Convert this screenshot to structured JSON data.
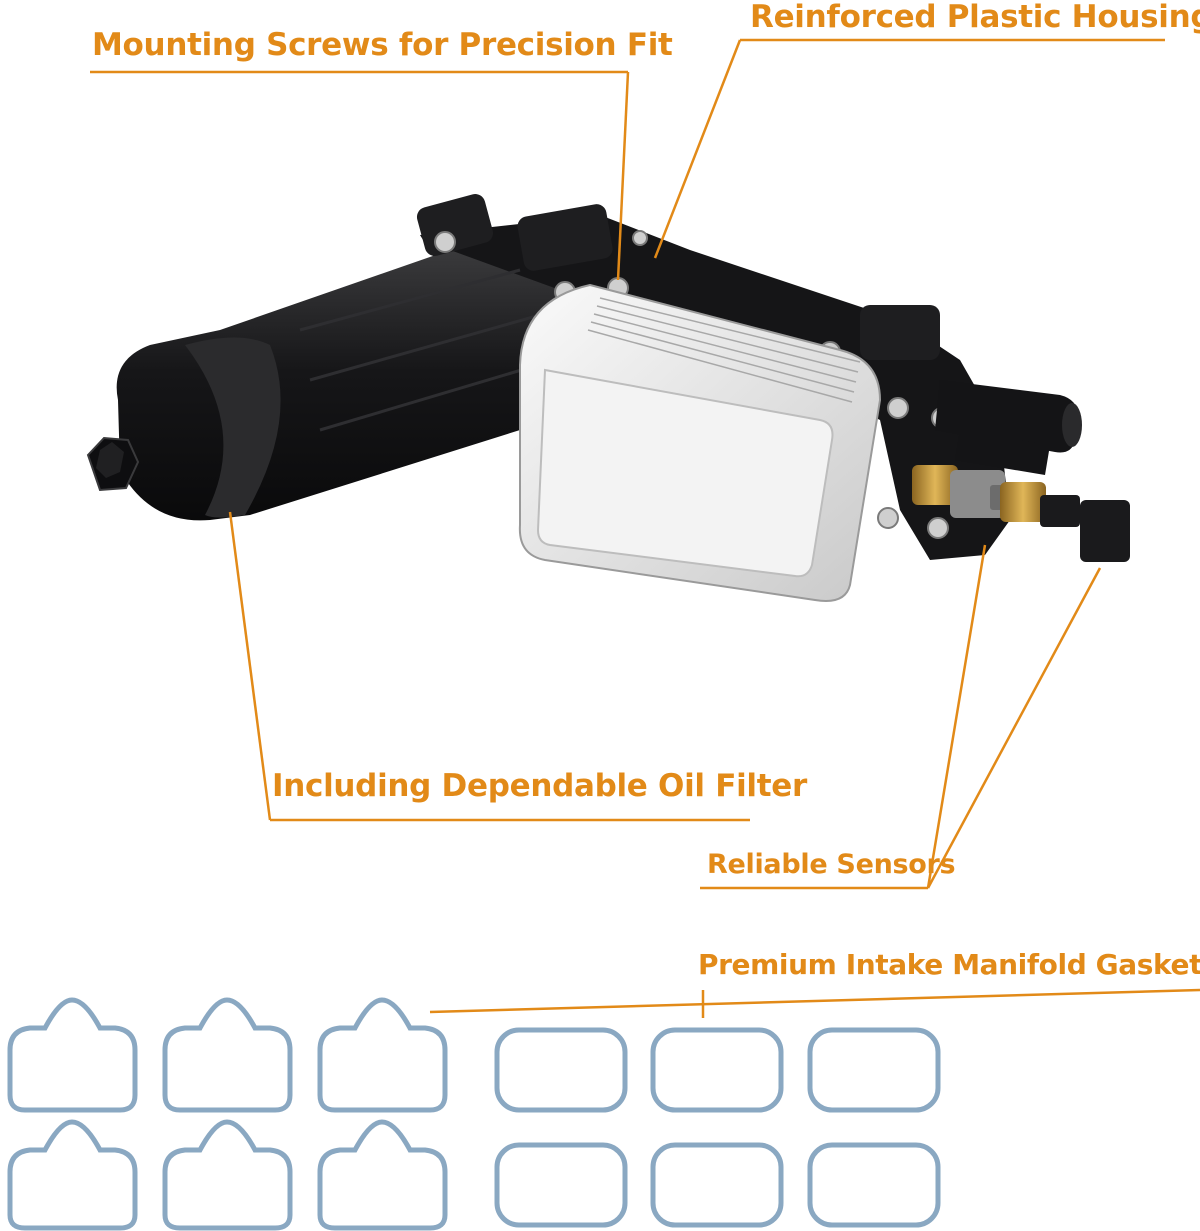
{
  "callouts": {
    "screws": "Mounting Screws for Precision Fit",
    "housing": "Reinforced Plastic Housing",
    "filter": "Including Dependable Oil Filter",
    "sensors": "Reliable Sensors",
    "gaskets": "Premium Intake Manifold Gaskets"
  },
  "colors": {
    "callout": "#e28a18",
    "housing": "#1c1c1e",
    "cooler": "#e6e6e6",
    "brass": "#c99a3a",
    "gasket": "#8aa8c2"
  },
  "gaskets": {
    "rounded_top_count": 6,
    "rectangular_count": 6
  }
}
